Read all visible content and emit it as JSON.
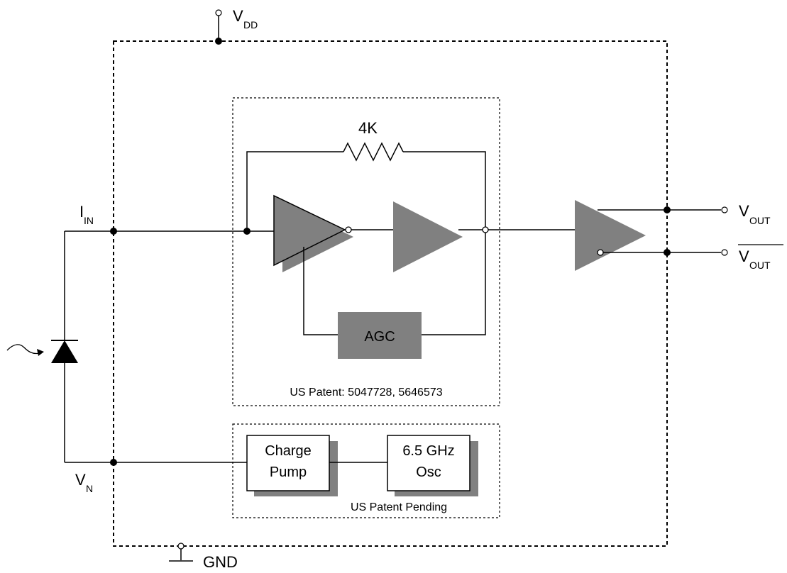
{
  "supply": {
    "name": "V",
    "sub": "DD"
  },
  "ground": {
    "label": "GND"
  },
  "input": {
    "name": "I",
    "sub": "IN"
  },
  "bias": {
    "name": "V",
    "sub": "N"
  },
  "outputs": [
    {
      "name": "V",
      "sub": "OUT",
      "inverted": false
    },
    {
      "name": "V",
      "sub": "OUT",
      "inverted": true
    }
  ],
  "feedback_resistor": {
    "label": "4K"
  },
  "agc": {
    "label": "AGC"
  },
  "patent_tia": {
    "label": "US Patent:  5047728, 5646573"
  },
  "charge_pump": {
    "line1": "Charge",
    "line2": "Pump"
  },
  "oscillator": {
    "line1": "6.5 GHz",
    "line2": "Osc"
  },
  "patent_pending": {
    "label": "US Patent Pending"
  },
  "colors": {
    "block_fill": "#808080",
    "shadow": "#808080",
    "line": "#000000"
  }
}
